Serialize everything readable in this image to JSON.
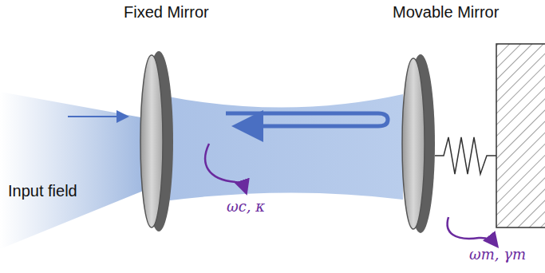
{
  "diagram": {
    "labels": [
      "Fixed Mirror",
      "Movable Mirror",
      "Input field",
      "ωc, κ",
      "ωm, γm"
    ]
  }
}
